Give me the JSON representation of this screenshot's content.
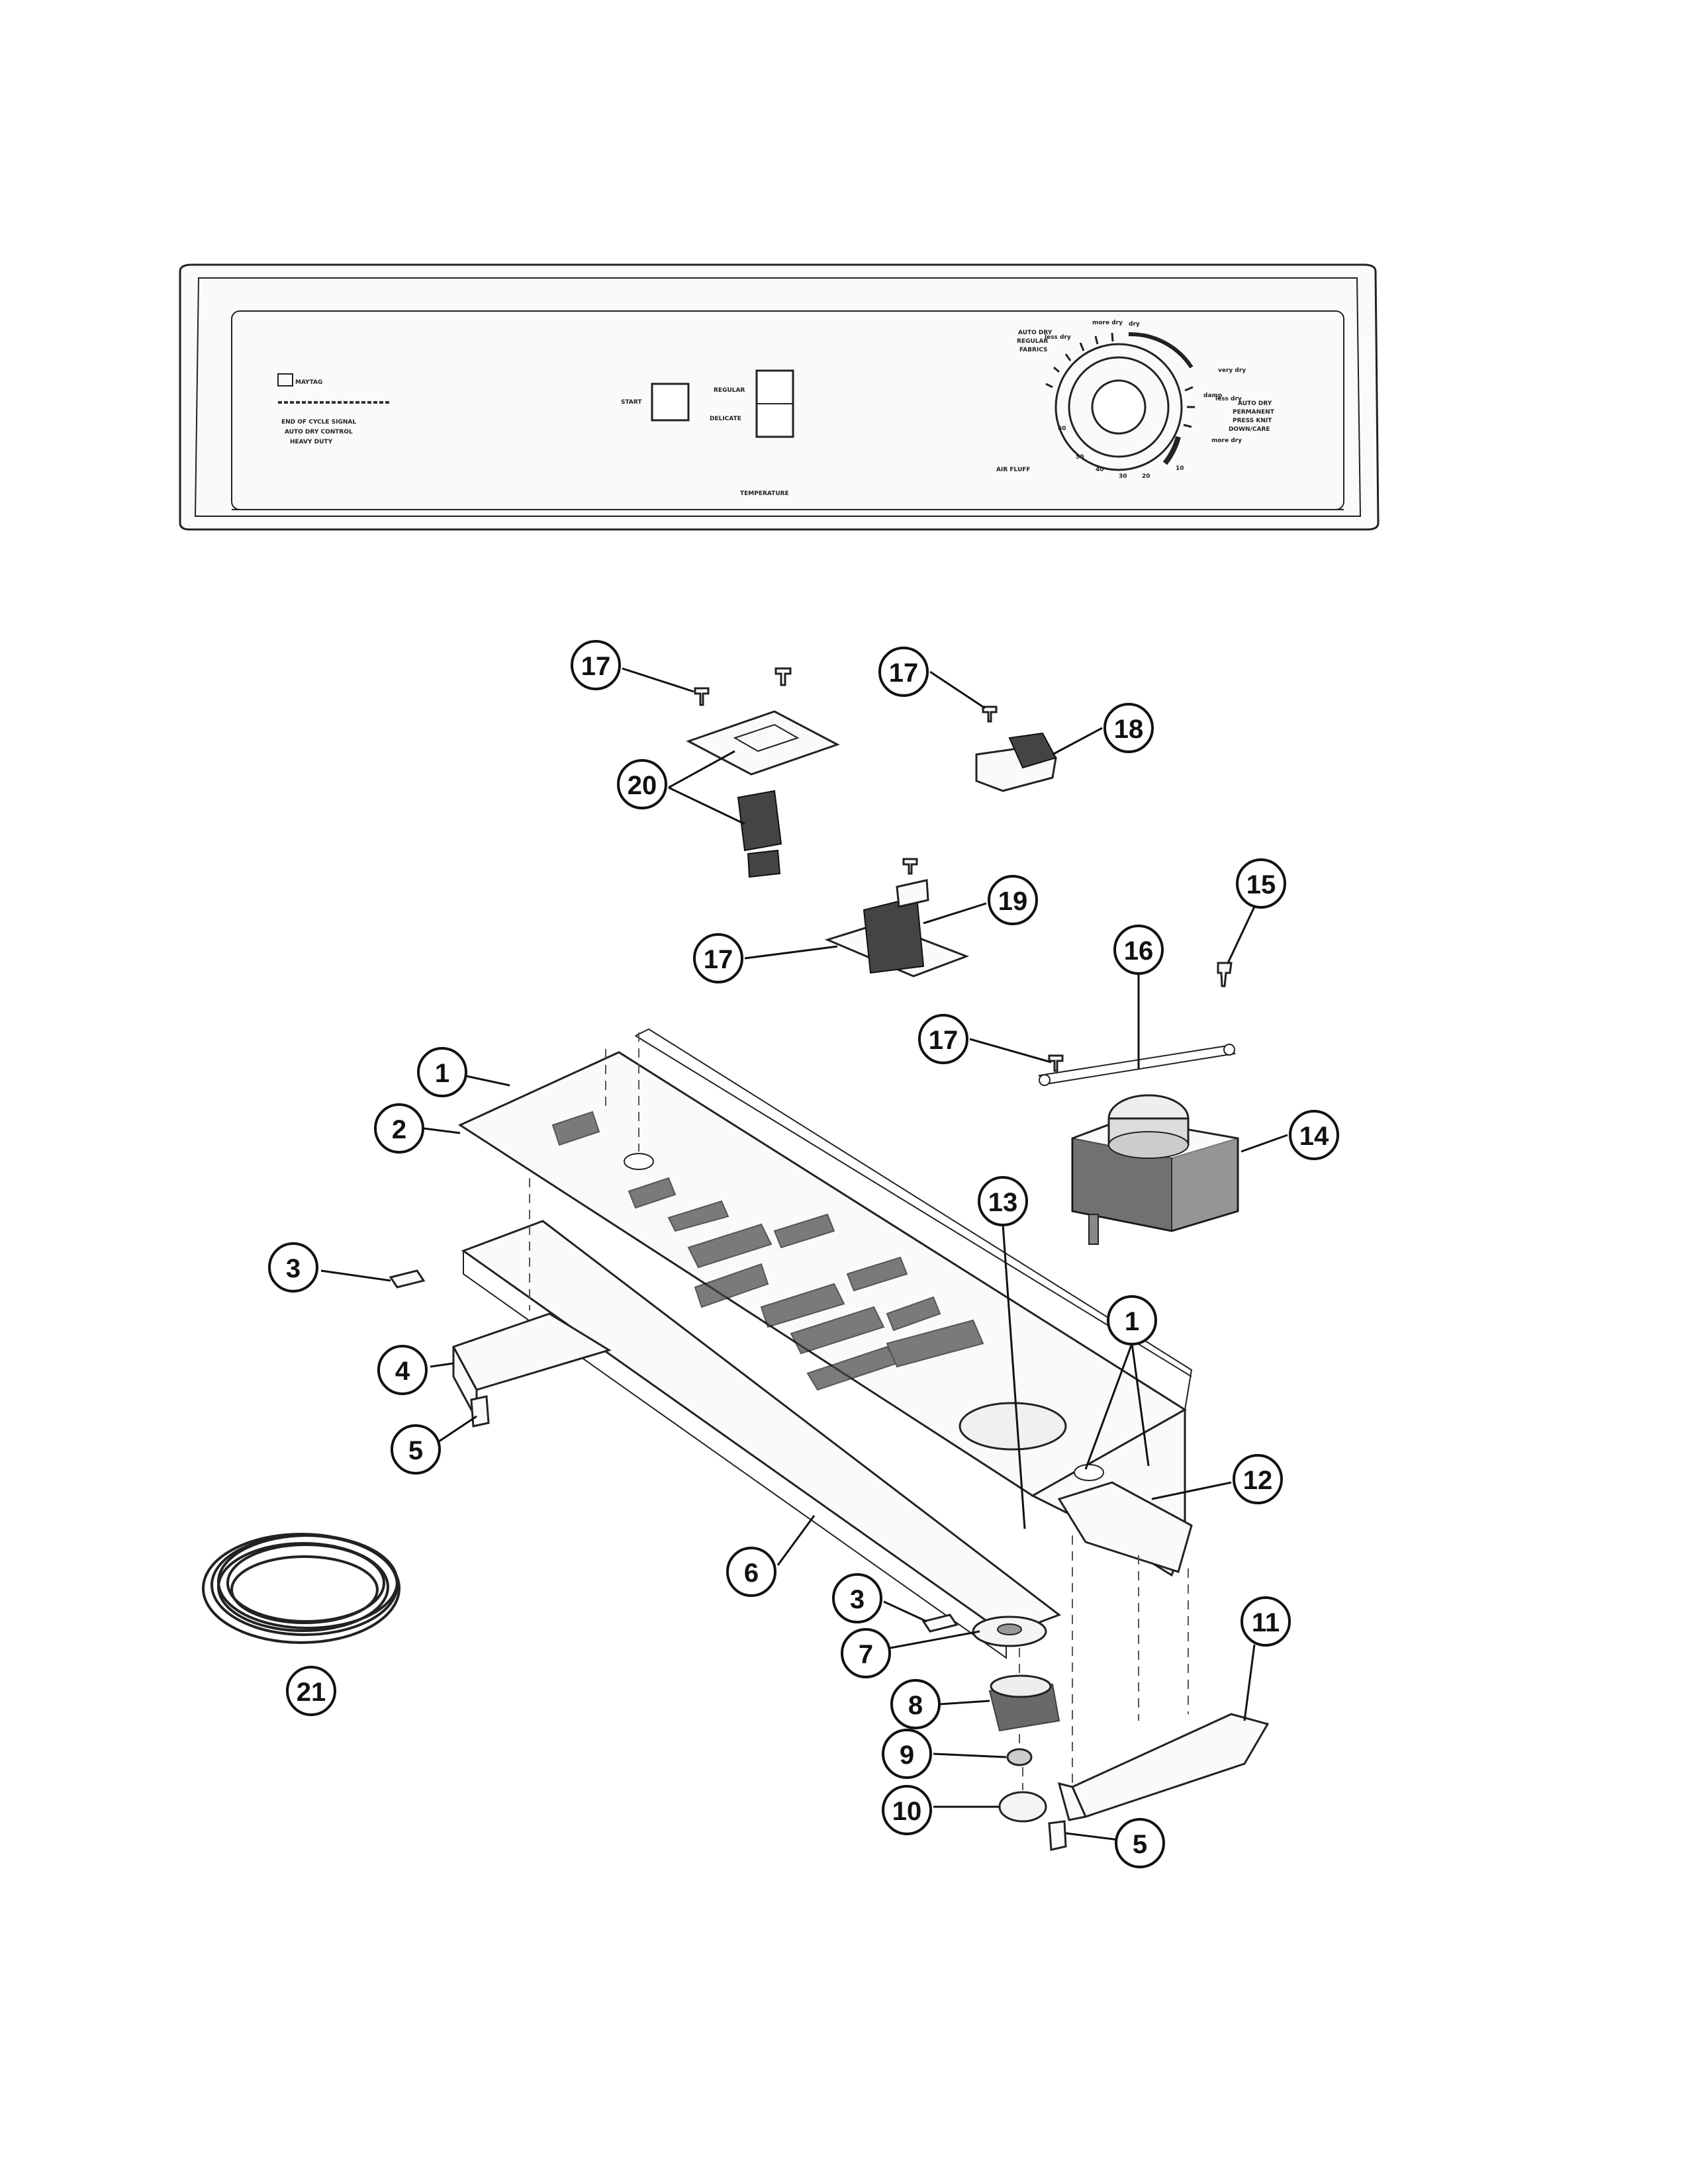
{
  "control_panel": {
    "brand": "MAYTAG",
    "features": [
      "END OF CYCLE SIGNAL",
      "AUTO DRY CONTROL",
      "HEAVY DUTY"
    ],
    "start_label": "START",
    "regular_label": "REGULAR",
    "delicate_label": "DELICATE",
    "temperature_label": "TEMPERATURE",
    "air_fluff_label": "AIR FLUFF",
    "auto_dry_regular_label": [
      "AUTO DRY",
      "REGULAR",
      "FABRICS"
    ],
    "auto_dry_permpress_label": [
      "AUTO DRY",
      "PERMANENT",
      "PRESS KNIT",
      "DOWN/CARE"
    ],
    "dial_marks": [
      "more dry",
      "dry",
      "less dry",
      "very dry",
      "damp",
      "more dry",
      "less dry"
    ],
    "dial_numbers": [
      "60",
      "50",
      "40",
      "30",
      "20",
      "10"
    ]
  },
  "callouts": [
    {
      "id": "c17a",
      "num": "17"
    },
    {
      "id": "c17b",
      "num": "17"
    },
    {
      "id": "c18",
      "num": "18"
    },
    {
      "id": "c20",
      "num": "20"
    },
    {
      "id": "c19",
      "num": "19"
    },
    {
      "id": "c17c",
      "num": "17"
    },
    {
      "id": "c15",
      "num": "15"
    },
    {
      "id": "c16",
      "num": "16"
    },
    {
      "id": "c17d",
      "num": "17"
    },
    {
      "id": "c1a",
      "num": "1"
    },
    {
      "id": "c2",
      "num": "2"
    },
    {
      "id": "c14",
      "num": "14"
    },
    {
      "id": "c13",
      "num": "13"
    },
    {
      "id": "c3a",
      "num": "3"
    },
    {
      "id": "c1b",
      "num": "1"
    },
    {
      "id": "c4",
      "num": "4"
    },
    {
      "id": "c5a",
      "num": "5"
    },
    {
      "id": "c12",
      "num": "12"
    },
    {
      "id": "c6",
      "num": "6"
    },
    {
      "id": "c3b",
      "num": "3"
    },
    {
      "id": "c11",
      "num": "11"
    },
    {
      "id": "c7",
      "num": "7"
    },
    {
      "id": "c8",
      "num": "8"
    },
    {
      "id": "c21",
      "num": "21"
    },
    {
      "id": "c9",
      "num": "9"
    },
    {
      "id": "c10",
      "num": "10"
    },
    {
      "id": "c5b",
      "num": "5"
    }
  ]
}
